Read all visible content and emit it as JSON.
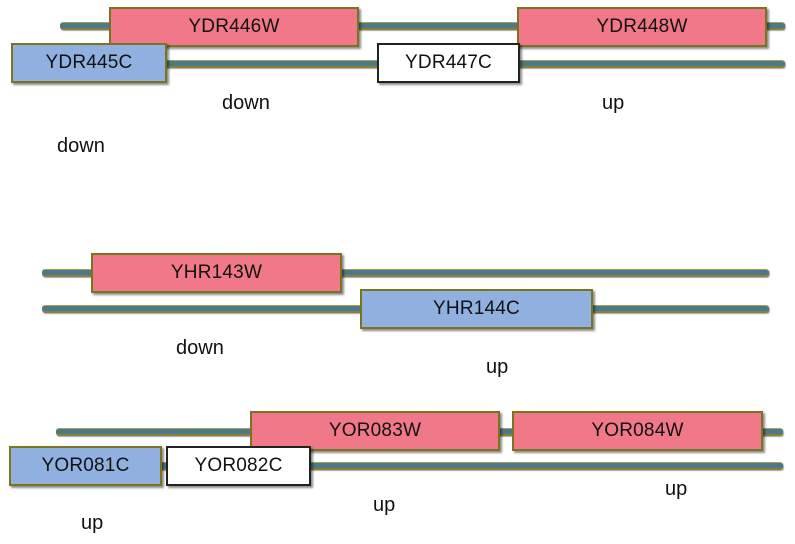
{
  "colors": {
    "watson_gene": "#f07888",
    "crick_gene": "#90b0e0",
    "unregulated_gene": "#ffffff",
    "track": "#4a7a8a"
  },
  "panels": [
    {
      "genes": [
        {
          "id": "YDR446W",
          "label": "YDR446W",
          "strand": "W"
        },
        {
          "id": "YDR448W",
          "label": "YDR448W",
          "strand": "W"
        },
        {
          "id": "YDR445C",
          "label": "YDR445C",
          "strand": "C"
        },
        {
          "id": "YDR447C",
          "label": "YDR447C",
          "strand": "none"
        }
      ],
      "labels": [
        "down",
        "up",
        "down"
      ]
    },
    {
      "genes": [
        {
          "id": "YHR143W",
          "label": "YHR143W",
          "strand": "W"
        },
        {
          "id": "YHR144C",
          "label": "YHR144C",
          "strand": "C"
        }
      ],
      "labels": [
        "down",
        "up"
      ]
    },
    {
      "genes": [
        {
          "id": "YOR083W",
          "label": "YOR083W",
          "strand": "W"
        },
        {
          "id": "YOR084W",
          "label": "YOR084W",
          "strand": "W"
        },
        {
          "id": "YOR081C",
          "label": "YOR081C",
          "strand": "C"
        },
        {
          "id": "YOR082C",
          "label": "YOR082C",
          "strand": "none"
        }
      ],
      "labels": [
        "up",
        "up",
        "up"
      ]
    }
  ]
}
